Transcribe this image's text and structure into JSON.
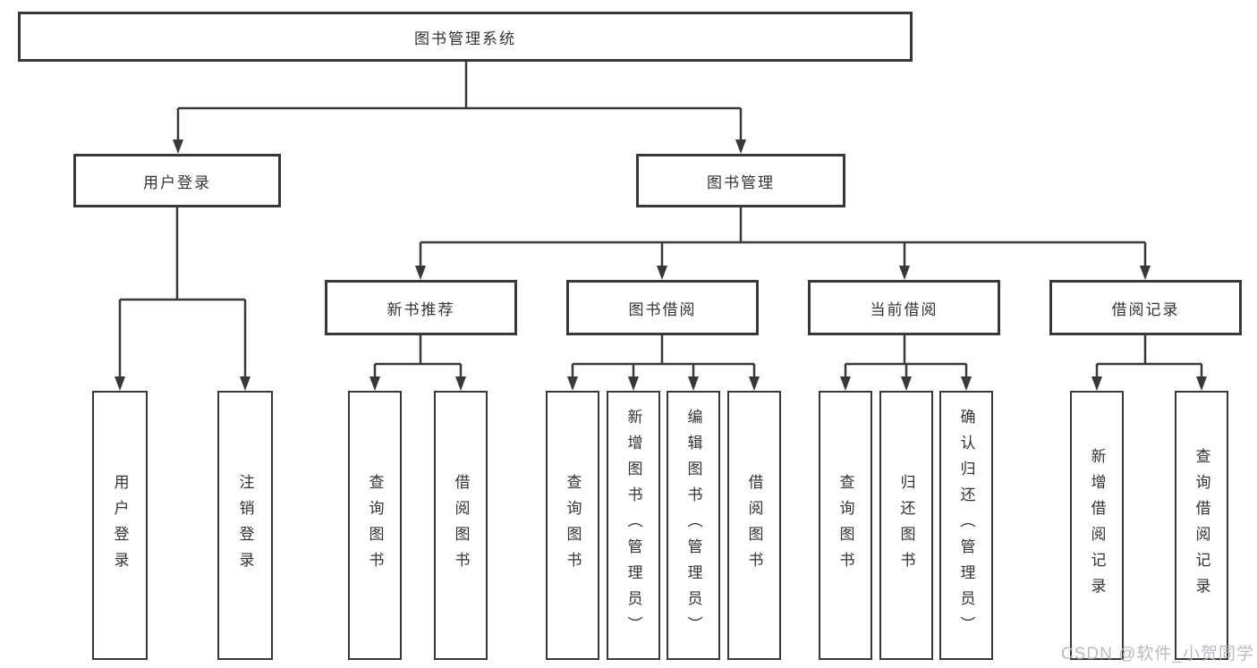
{
  "diagram": {
    "type": "hierarchy-tree",
    "root": {
      "label": "图书管理系统"
    },
    "children": [
      {
        "label": "用户登录",
        "children": [
          {
            "label": "用户登录"
          },
          {
            "label": "注销登录"
          }
        ]
      },
      {
        "label": "图书管理",
        "children": [
          {
            "label": "新书推荐",
            "children": [
              {
                "label": "查询图书"
              },
              {
                "label": "借阅图书"
              }
            ]
          },
          {
            "label": "图书借阅",
            "children": [
              {
                "label": "查询图书"
              },
              {
                "label": "新增图书（管理员）"
              },
              {
                "label": "编辑图书（管理员）"
              },
              {
                "label": "借阅图书"
              }
            ]
          },
          {
            "label": "当前借阅",
            "children": [
              {
                "label": "查询图书"
              },
              {
                "label": "归还图书"
              },
              {
                "label": "确认归还（管理员）"
              }
            ]
          },
          {
            "label": "借阅记录",
            "children": [
              {
                "label": "新增借阅记录"
              },
              {
                "label": "查询借阅记录"
              }
            ]
          }
        ]
      }
    ]
  },
  "watermark": {
    "text": "CSDN @软件_小贺同学"
  },
  "colors": {
    "line": "#383838",
    "text": "#333333",
    "background": "#ffffff",
    "watermark": "#b2b6ba"
  }
}
